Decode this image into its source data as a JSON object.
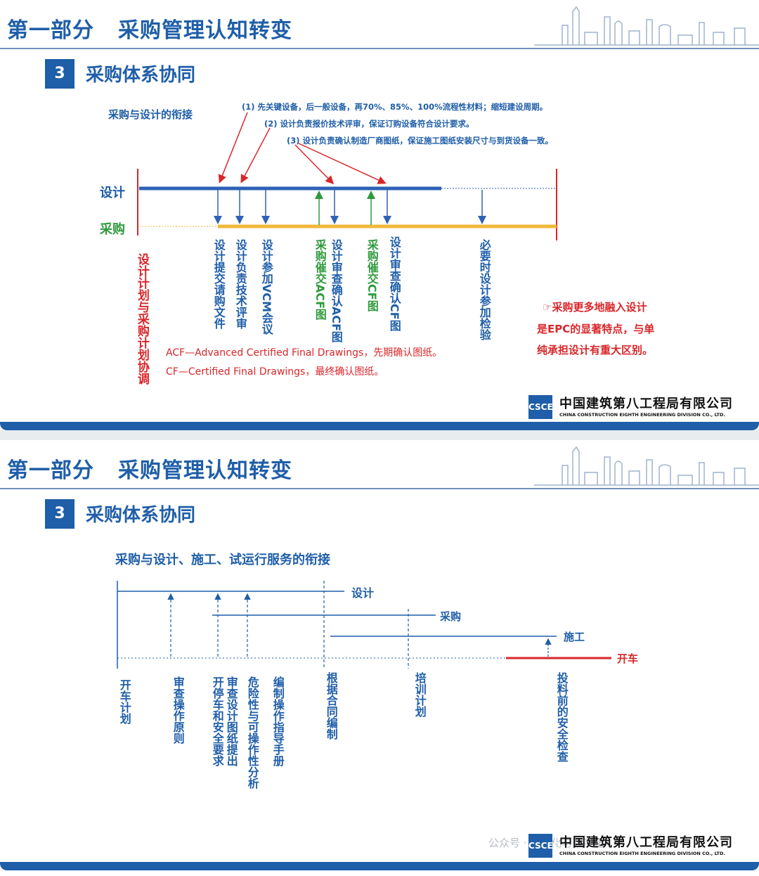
{
  "slide1": {
    "section": {
      "part": "第一部分",
      "title": "采购管理认知转变"
    },
    "heading_number": "3",
    "heading": "采购体系协同",
    "subtitle": "采购与设计的衔接",
    "notes": [
      "(1) 先关键设备，后一般设备，再70%、85%、100%流程性材料；缩短建设周期。",
      "(2) 设计负责报价技术评审，保证订购设备符合设计要求。",
      "(3) 设计负责确认制造厂商图纸，保证施工图纸安装尺寸与到货设备一致。"
    ],
    "row_labels": {
      "design": "设计",
      "procurement": "采购"
    },
    "left_vertical": "设计计划与采购计划协调",
    "milestones": [
      {
        "label": "设计提交请购文件",
        "color": "blue"
      },
      {
        "label": "设计负责技术评审",
        "color": "blue"
      },
      {
        "label": "设计参加VCM会议",
        "color": "blue"
      },
      {
        "label": "采购催交ACF图",
        "color": "green"
      },
      {
        "label": "设计审查确认ACF图",
        "color": "blue"
      },
      {
        "label": "采购催交CF图",
        "color": "green"
      },
      {
        "label": "设计审查确认CF图",
        "color": "blue"
      },
      {
        "label": "必要时设计参加检验",
        "color": "blue"
      }
    ],
    "definitions": [
      "ACF—Advanced Certified Final Drawings，先期确认图纸。",
      "CF—Certified Final Drawings，最终确认图纸。"
    ],
    "emphasis": [
      "☞采购更多地融入设计",
      "是EPC的显著特点，与单",
      "纯承担设计有重大区别。"
    ]
  },
  "slide2": {
    "section": {
      "part": "第一部分",
      "title": "采购管理认知转变"
    },
    "heading_number": "3",
    "heading": "采购体系协同",
    "subtitle": "采购与设计、施工、试运行服务的衔接",
    "lines": {
      "design": "设计",
      "procurement": "采购",
      "construction": "施工",
      "startup": "开车"
    },
    "milestones": [
      "开车计划",
      "审查操作原则",
      "开停车和安全要求",
      "审查设计图纸提出",
      "危险性与可操作性分析",
      "编制操作指导手册",
      "根据合同编制",
      "培训计划",
      "投料前的安全检查"
    ]
  },
  "company": {
    "logo_mark": "CSCEC",
    "name_cn": "中国建筑第八工程局有限公司",
    "name_en": "CHINA CONSTRUCTION EIGHTH ENGINEERING DIVISION CO., LTD."
  },
  "watermark": "公众号 · 信息化与数字化",
  "colors": {
    "brand": "#1f5ea8",
    "design_line": "#2d62b6",
    "procure_line": "#f1b93a",
    "red": "#d9262a",
    "green": "#2e9a3c"
  }
}
